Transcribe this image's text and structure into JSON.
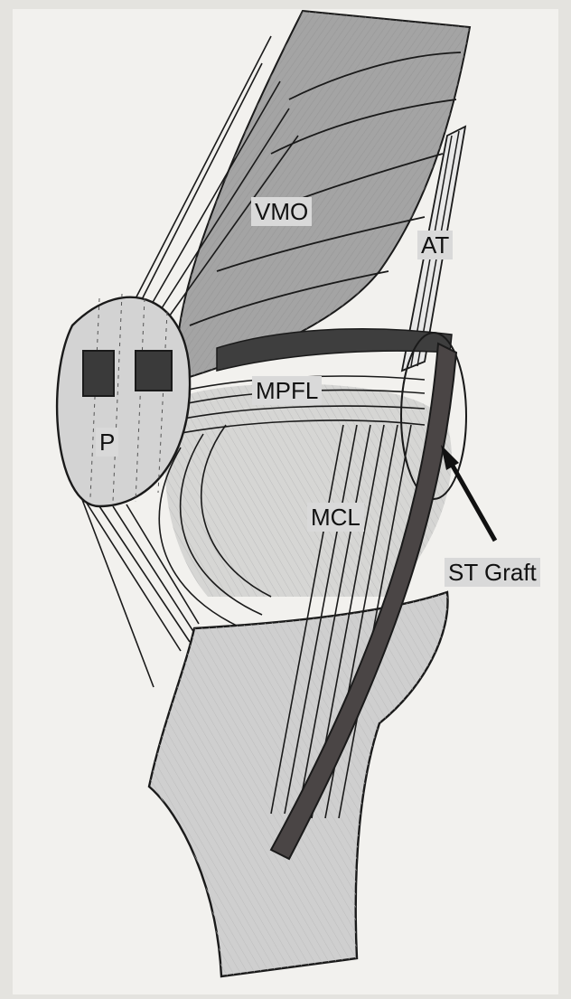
{
  "labels": {
    "vmo": "VMO",
    "at": "AT",
    "mpfl": "MPFL",
    "patella": "P",
    "mcl": "MCL",
    "st_graft": "ST Graft"
  },
  "colors": {
    "paper": "#f2f1ee",
    "ink": "#1a1a1a",
    "muscle_shade": "#9e9e9e",
    "bone_shade": "#c9c9c9",
    "graft_shade": "#4a4545",
    "label_bg": "#d9d9d9"
  }
}
